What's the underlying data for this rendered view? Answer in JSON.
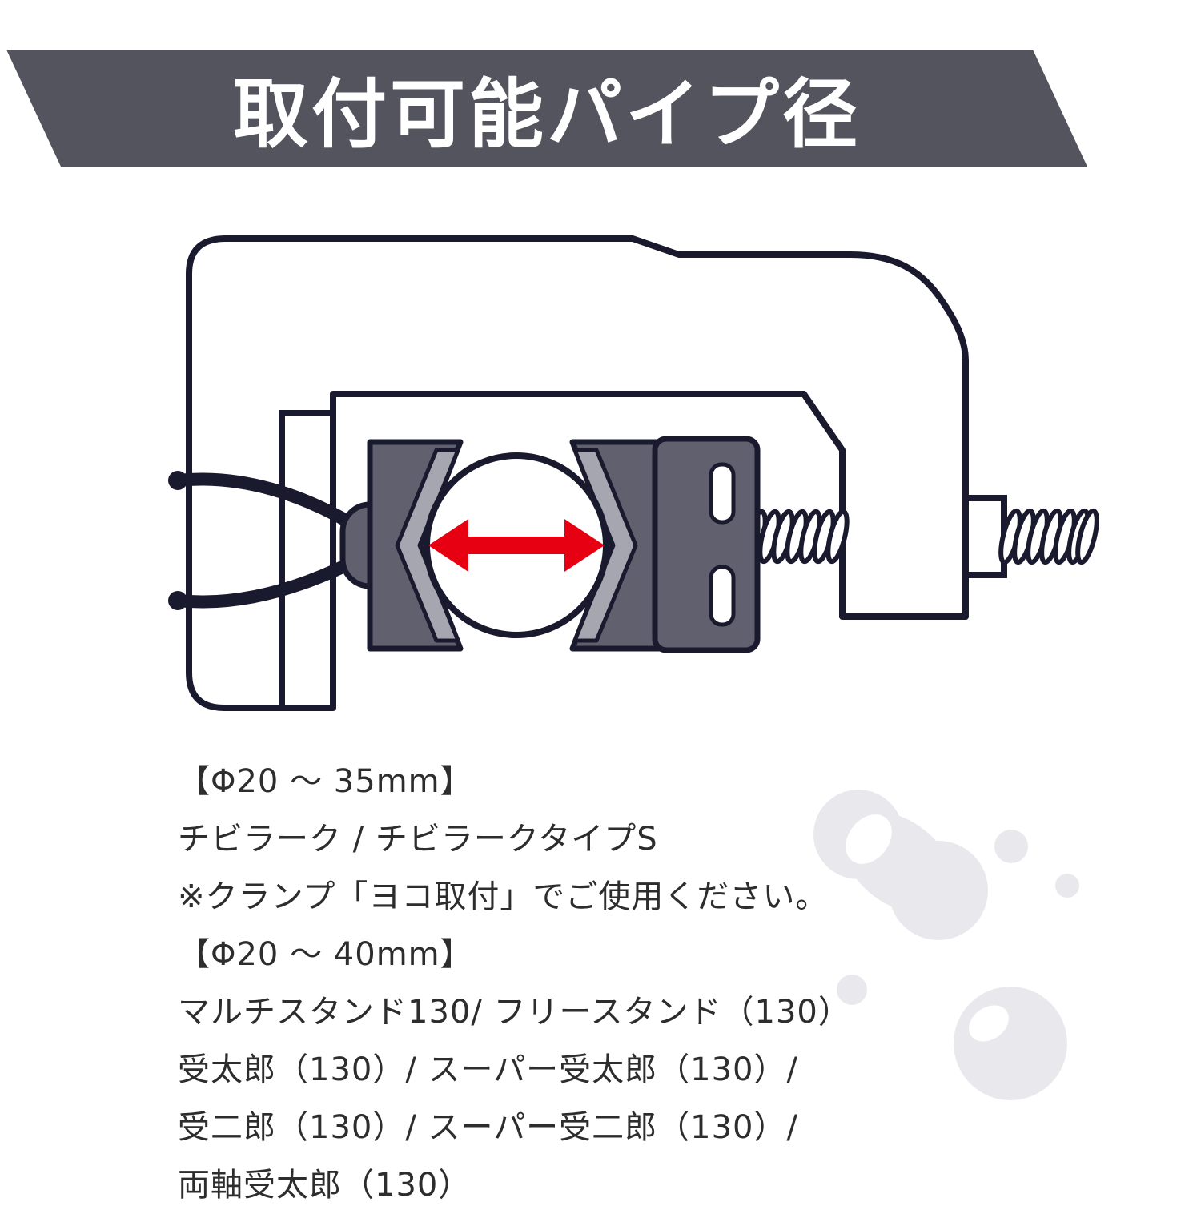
{
  "banner": {
    "title": "取付可能パイプ径",
    "background_color": "#54545e",
    "text_color": "#ffffff"
  },
  "diagram": {
    "name": "clamp-pipe-diameter-illustration",
    "outline_color": "#1a1a2e",
    "jaw_fill_color": "#60606e",
    "jaw_inset_color": "#a6a6b1",
    "arrow_color": "#e60012",
    "droplet_color": "#e9e9ed"
  },
  "specs": {
    "lines": [
      "【Φ20 ～ 35mm】",
      "チビラーク / チビラークタイプS",
      "※クランプ「ヨコ取付」でご使用ください。",
      "【Φ20 ～ 40mm】",
      "マルチスタンド130/ フリースタンド（130）",
      "受太郎（130）/ スーパー受太郎（130）/",
      "受二郎（130）/ スーパー受二郎（130）/",
      "両軸受太郎（130）"
    ]
  }
}
